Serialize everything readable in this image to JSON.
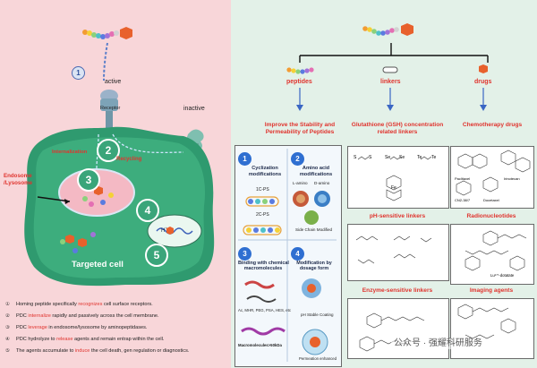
{
  "left": {
    "labels": {
      "active": "active",
      "receptor": "Receptor",
      "inactive": "inactive",
      "internalization": "Internalization",
      "recycling": "Recycling",
      "endosome": "Endosome\n/Lysosome",
      "targeted_cell": "Targeted cell",
      "hplus": "H",
      "plus_sup": "+"
    },
    "step_numbers": [
      "1",
      "2",
      "3",
      "4",
      "5"
    ],
    "steps": [
      {
        "num": "①",
        "pre": "Homing peptide specifically ",
        "hl": "recognizes",
        "post": " cell surface receptors."
      },
      {
        "num": "②",
        "pre": "PDC ",
        "hl": "internalize",
        "post": " rapidly and passively across the cell membrane."
      },
      {
        "num": "③",
        "pre": "PDC ",
        "hl": "leverage",
        "post": " in endosome/lysosome  by aminopeptidases."
      },
      {
        "num": "④",
        "pre": "PDC hydrolyze to ",
        "hl": "release",
        "post": " agents and remain entrap within the cell."
      },
      {
        "num": "⑤",
        "pre": "The agents accumulate to ",
        "hl": "induce",
        "post": " the cell death, gen regulation or diagnostics."
      }
    ]
  },
  "right": {
    "categories": {
      "peptides": "peptides",
      "linkers": "linkers",
      "drugs": "drugs"
    },
    "headings": {
      "peptides": "Improve the Stability and\nPermeability of Peptides",
      "linkers": "Glutathione (GSH) concentration\nrelated linkers",
      "drugs": "Chemotherapy drugs",
      "ph_linkers": "pH-sensitive linkers",
      "radionuclides": "Radionucleotides",
      "enzyme_linkers": "Enzyme-sensitive linkers",
      "imaging": "Imaging agents"
    },
    "peptide_panel": {
      "n1": "1",
      "n2": "2",
      "n3": "3",
      "n4": "4",
      "cyclization": "Cyclization\nmodifications",
      "amino": "Amino acid\nmodifications",
      "ic_ps": "1C-PS",
      "l_amino": "L-amino",
      "d_amino": "D-amino",
      "side_chain": "Side Chain Modified",
      "two_c_ps": "2C-PS",
      "binding": "Binding with chemical\nmacromolecules",
      "modification": "Modification by\ndosage form",
      "macromols": "Ac, MHR, PEG, PSA, HES, etc",
      "ph_coating": "pH Stable Coating",
      "macro_kda": "Macromolecules>50kDa",
      "permeation": "Permeation enhanced"
    },
    "linker_chem": {
      "s1": "S",
      "s2": "S",
      "se1": "Se",
      "se2": "Se",
      "te1": "Te",
      "te2": "Te",
      "fe": "Fe"
    },
    "drug_chem": {
      "paclitaxel": "Paclitaxel",
      "irinotecan": "Irinotecan",
      "docetaxel": "Docetaxel",
      "sn38": "CN2-38/7",
      "dotatate": "Lu¹⁷⁷-dotatate"
    },
    "watermark": "公众号 · 强耀科研服务"
  }
}
